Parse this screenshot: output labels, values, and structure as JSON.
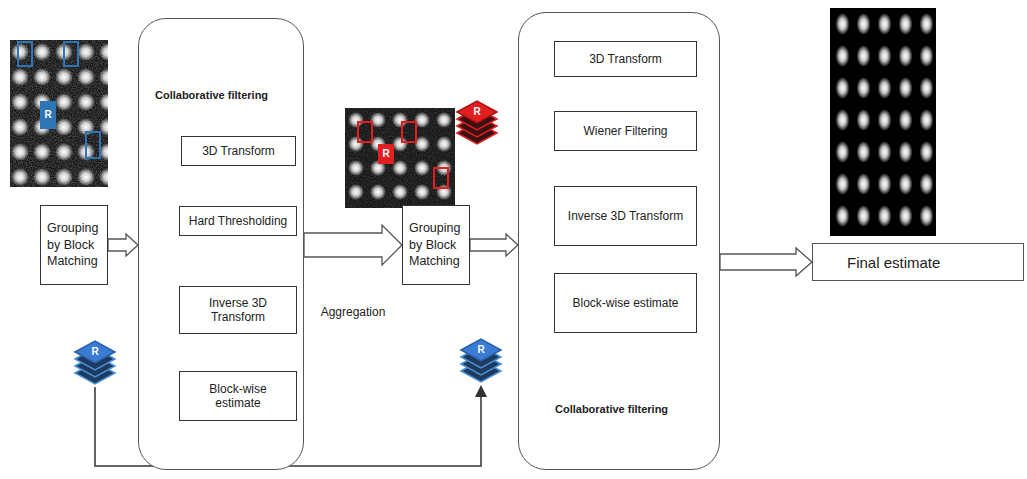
{
  "diagram": {
    "nodes": [
      {
        "text": [
          "Grouping by Block Matching"
        ]
      },
      {
        "text": [
          "Collaborative filtering"
        ]
      },
      {
        "text": [
          "3D Transform"
        ],
        "in": 1
      },
      {
        "text": [
          "Hard Thresholding"
        ],
        "in": 1
      },
      {
        "text": [
          "Inverse 3D Transform"
        ],
        "in": 1
      },
      {
        "text": [
          "Block-wise estimate"
        ],
        "in": 1
      },
      {
        "text": [
          "Grouping by Block Matching"
        ]
      },
      {
        "text": [
          "Collaborative filtering"
        ]
      },
      {
        "text": [
          "3D Transform"
        ],
        "in": 7
      },
      {
        "text": [
          "Wiener Filtering"
        ],
        "in": 7
      },
      {
        "text": [
          "Inverse 3D Transform"
        ],
        "in": 7
      },
      {
        "text": [
          "Block-wise estimate"
        ],
        "in": 7
      },
      {
        "text": [
          "Final estimate"
        ]
      }
    ],
    "edges": [
      {
        "from": 0,
        "to": 1,
        "arrow": "to"
      },
      {
        "from": 2,
        "to": 3,
        "arrow": "to"
      },
      {
        "from": 3,
        "to": 4,
        "arrow": "to"
      },
      {
        "from": 4,
        "to": 5,
        "arrow": "to"
      },
      {
        "from": 1,
        "to": 6,
        "label": "Aggregation",
        "arrow": "to"
      },
      {
        "from": 6,
        "to": 7,
        "arrow": "to"
      },
      {
        "from": 8,
        "to": 9,
        "arrow": "to"
      },
      {
        "from": 9,
        "to": 10,
        "arrow": "to"
      },
      {
        "from": 10,
        "to": 11,
        "arrow": "to"
      },
      {
        "from": 7,
        "to": 12,
        "arrow": "to"
      }
    ],
    "labels": [
      "R",
      "R",
      "R",
      "R",
      "R"
    ]
  }
}
